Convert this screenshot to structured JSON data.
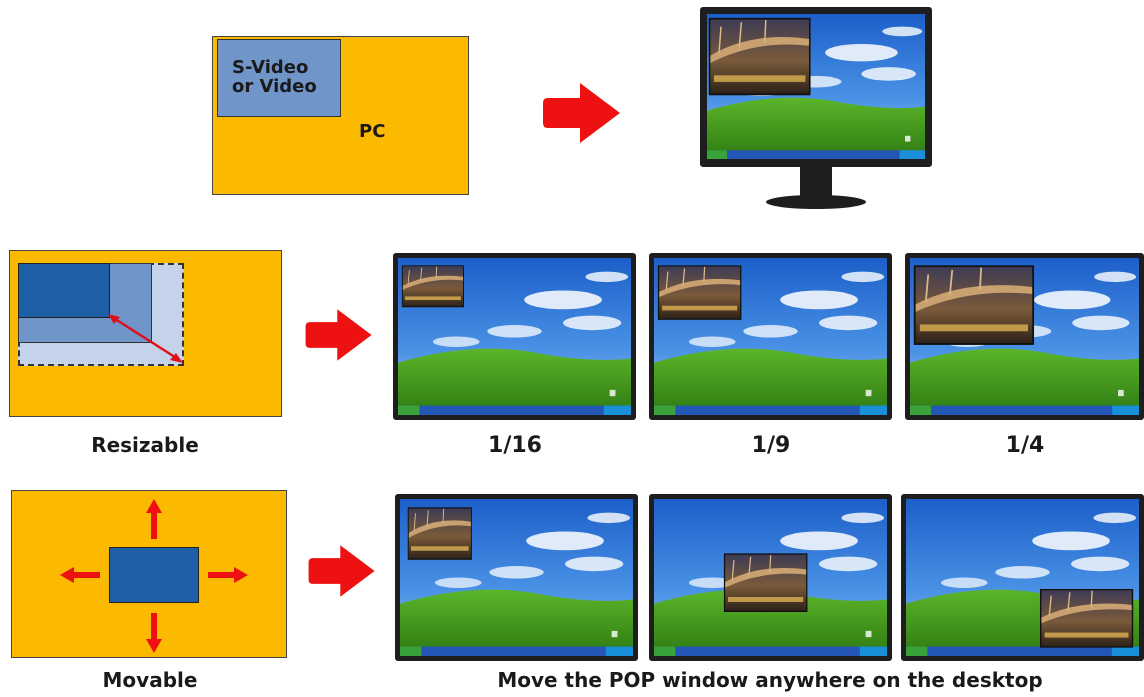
{
  "diagram": {
    "row1": {
      "video_box_label": "S-Video\nor Video",
      "pc_label": "PC"
    },
    "row2": {
      "caption": "Resizable",
      "sizes": [
        "1/16",
        "1/9",
        "1/4"
      ]
    },
    "row3": {
      "caption": "Movable",
      "sub_caption": "Move the POP window anywhere on the desktop"
    },
    "colors": {
      "orange": "#fbb900",
      "pop_blue": "#1f5fa6",
      "light_blue": "#6f95c9",
      "arrow_red": "#ee1111",
      "sky_blue": "#2d74d6",
      "hill_green": "#3f9a1c"
    },
    "icons": [
      "right-arrow-icon",
      "up-arrow-icon",
      "down-arrow-icon",
      "left-arrow-icon",
      "diagonal-resize-arrow-icon"
    ]
  }
}
